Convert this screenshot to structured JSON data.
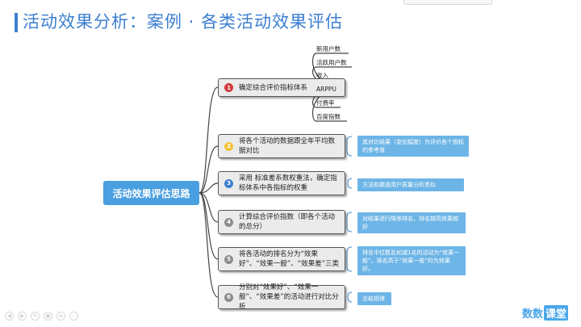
{
  "slide": {
    "title": "活动效果分析：案例 · 各类活动效果评估"
  },
  "diagram": {
    "root": "活动效果评估思路",
    "nodes": [
      {
        "num": "1",
        "color": "#d33a3a",
        "text": "确定综合评价指标体系"
      },
      {
        "num": "2",
        "color": "#f2c23a",
        "text": "将各个活动的数据跟全年平均数据对比"
      },
      {
        "num": "3",
        "color": "#3d7fd0",
        "text": "采用 标准差系数权重法，确定指标体系中各指标的权重"
      },
      {
        "num": "4",
        "color": "#8c8c8c",
        "text": "计算综合评价指数（即各个活动的总分）"
      },
      {
        "num": "5",
        "color": "#8c8c8c",
        "text": "将各活动的排名分为“效果好”、“效果一般”、“效果差”三类"
      },
      {
        "num": "6",
        "color": "#8c8c8c",
        "text": "分别对“效果好”、“效果一般”、“效果差”的活动进行对比分析"
      }
    ],
    "indicators": [
      "新用户数",
      "活跃用户数",
      "收入",
      "ARPPU",
      "付费率",
      "百度指数"
    ],
    "notes": [
      "其对比结果（变化幅度）为评价各个指标的参考值",
      "方法和渠道用户质量分析类似",
      "对结果进行降序排名，排名越高效果越好",
      "排名中位数及如减1名的活动为“效果一般”，排名高于“效果一般”的为效果好。",
      "总结规律"
    ]
  },
  "branding": {
    "logo_text": "数数",
    "logo_mark": "课堂"
  },
  "player_controls": [
    "left-arrow-icon",
    "right-arrow-icon",
    "pen-icon",
    "grid-icon",
    "zoom-icon",
    "more-icon"
  ]
}
